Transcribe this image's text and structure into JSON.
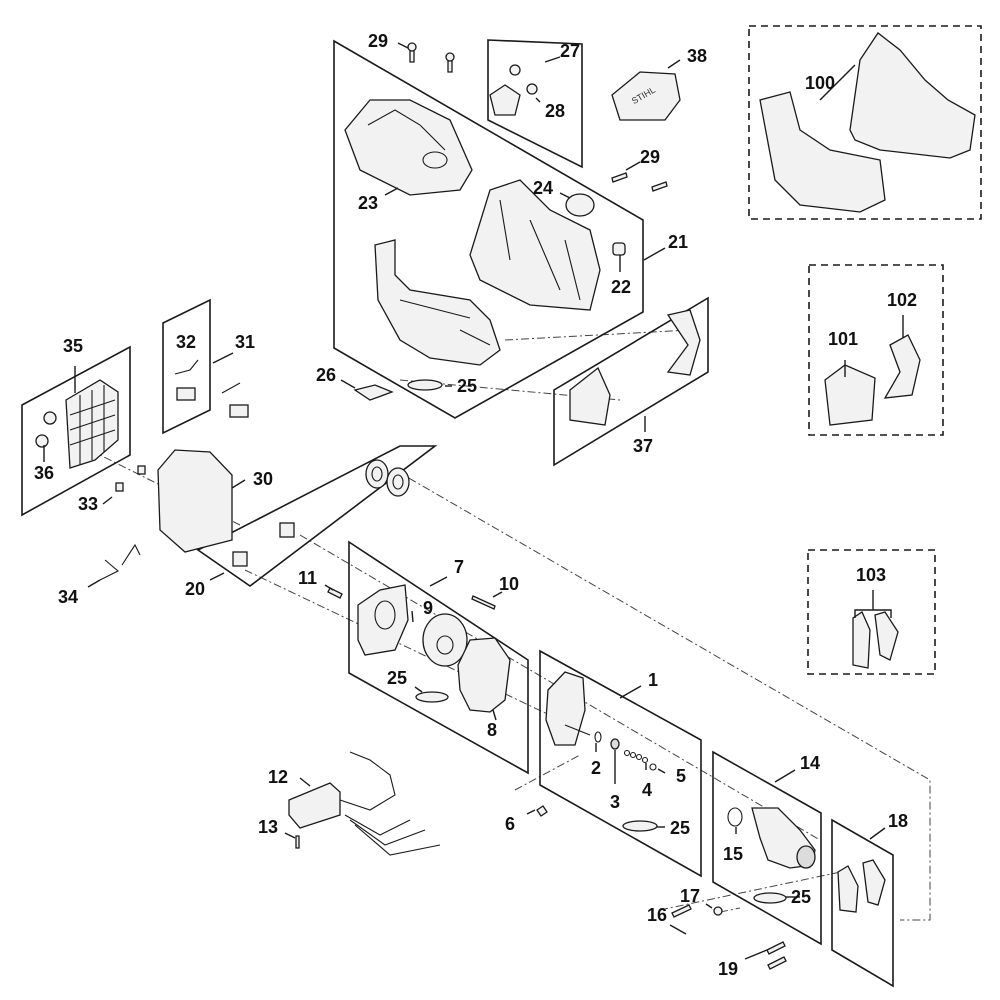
{
  "diagram": {
    "type": "exploded-parts-diagram",
    "brand_mark_on_part_38": "STIHL",
    "labels": {
      "p1": "1",
      "p2": "2",
      "p3": "3",
      "p4": "4",
      "p5": "5",
      "p6": "6",
      "p7": "7",
      "p8": "8",
      "p9": "9",
      "p10": "10",
      "p11": "11",
      "p12": "12",
      "p13": "13",
      "p14": "14",
      "p15": "15",
      "p16": "16",
      "p17": "17",
      "p18": "18",
      "p19": "19",
      "p20": "20",
      "p21": "21",
      "p22": "22",
      "p23": "23",
      "p24": "24",
      "p25a": "25",
      "p25b": "25",
      "p25c": "25",
      "p25d": "25",
      "p26": "26",
      "p27": "27",
      "p28": "28",
      "p29a": "29",
      "p29b": "29",
      "p30": "30",
      "p31": "31",
      "p32": "32",
      "p33": "33",
      "p34": "34",
      "p35": "35",
      "p36": "36",
      "p37": "37",
      "p38": "38",
      "p100": "100",
      "p101": "101",
      "p102": "102",
      "p103": "103"
    }
  }
}
